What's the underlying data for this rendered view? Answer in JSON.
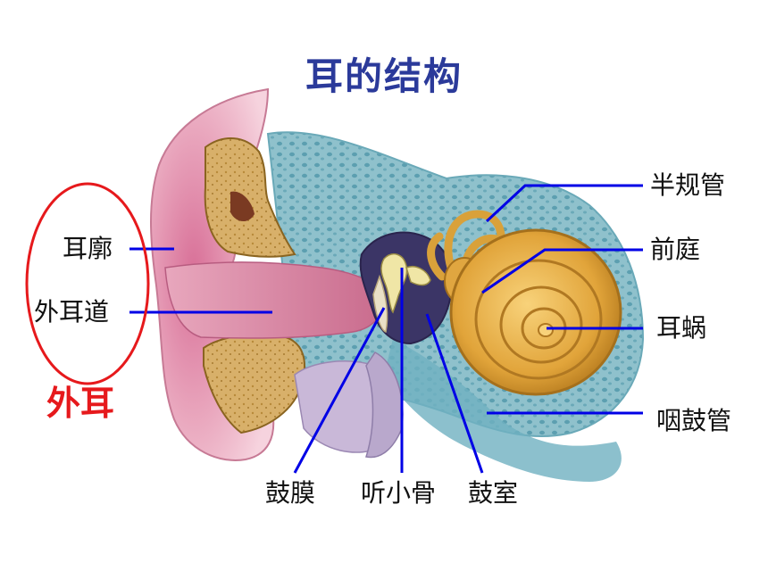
{
  "title": "耳的结构",
  "labels": {
    "pinna": "耳廓",
    "ear_canal": "外耳道",
    "outer_ear": "外耳",
    "semicircular_canals": "半规管",
    "vestibule": "前庭",
    "cochlea": "耳蜗",
    "eustachian_tube": "咽鼓管",
    "eardrum": "鼓膜",
    "ossicles": "听小骨",
    "tympanic_cavity": "鼓室"
  },
  "colors": {
    "title": "#2b3a9a",
    "leader_lines": "#0000e6",
    "highlight": "#e6191c",
    "skin": "#e7a9bd",
    "bone": "#c9a04d",
    "inner_ear": "#dba43a",
    "fluid": "#7db6c2"
  }
}
